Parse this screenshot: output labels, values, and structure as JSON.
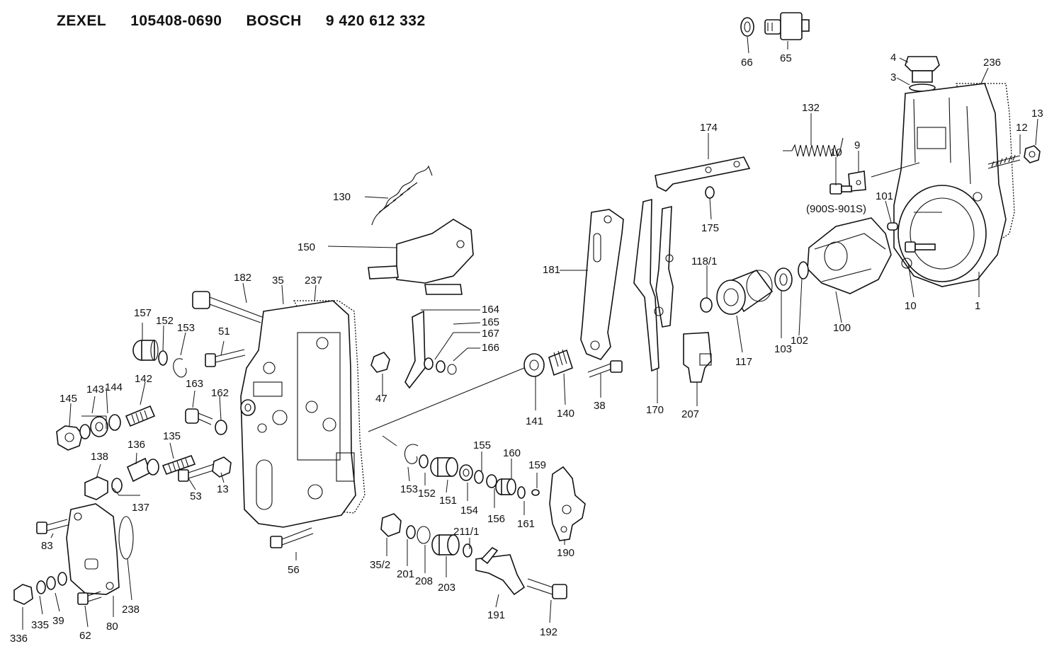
{
  "header": {
    "brand1": "ZEXEL",
    "number1": "105408-0690",
    "brand2": "BOSCH",
    "number2": "9 420 612 332"
  },
  "labels": [
    {
      "key": "66",
      "text": "66"
    },
    {
      "key": "65",
      "text": "65"
    },
    {
      "key": "4",
      "text": "4"
    },
    {
      "key": "3",
      "text": "3"
    },
    {
      "key": "236",
      "text": "236"
    },
    {
      "key": "132",
      "text": "132"
    },
    {
      "key": "174",
      "text": "174"
    },
    {
      "key": "12",
      "text": "12"
    },
    {
      "key": "13a",
      "text": "13"
    },
    {
      "key": "10a",
      "text": "10"
    },
    {
      "key": "9",
      "text": "9"
    },
    {
      "key": "101",
      "text": "101"
    },
    {
      "key": "note",
      "text": "(900S-901S)"
    },
    {
      "key": "130",
      "text": "130"
    },
    {
      "key": "175",
      "text": "175"
    },
    {
      "key": "150",
      "text": "150"
    },
    {
      "key": "181",
      "text": "181"
    },
    {
      "key": "118_1",
      "text": "118/1"
    },
    {
      "key": "10b",
      "text": "10"
    },
    {
      "key": "1",
      "text": "1"
    },
    {
      "key": "100",
      "text": "100"
    },
    {
      "key": "102",
      "text": "102"
    },
    {
      "key": "103",
      "text": "103"
    },
    {
      "key": "117",
      "text": "117"
    },
    {
      "key": "182",
      "text": "182"
    },
    {
      "key": "35",
      "text": "35"
    },
    {
      "key": "237",
      "text": "237"
    },
    {
      "key": "157",
      "text": "157"
    },
    {
      "key": "152a",
      "text": "152"
    },
    {
      "key": "153a",
      "text": "153"
    },
    {
      "key": "51",
      "text": "51"
    },
    {
      "key": "164",
      "text": "164"
    },
    {
      "key": "165",
      "text": "165"
    },
    {
      "key": "167",
      "text": "167"
    },
    {
      "key": "166",
      "text": "166"
    },
    {
      "key": "47",
      "text": "47"
    },
    {
      "key": "141",
      "text": "141"
    },
    {
      "key": "140",
      "text": "140"
    },
    {
      "key": "38",
      "text": "38"
    },
    {
      "key": "170",
      "text": "170"
    },
    {
      "key": "207",
      "text": "207"
    },
    {
      "key": "145",
      "text": "145"
    },
    {
      "key": "143",
      "text": "143"
    },
    {
      "key": "144",
      "text": "144"
    },
    {
      "key": "142",
      "text": "142"
    },
    {
      "key": "163",
      "text": "163"
    },
    {
      "key": "162",
      "text": "162"
    },
    {
      "key": "135",
      "text": "135"
    },
    {
      "key": "136",
      "text": "136"
    },
    {
      "key": "138",
      "text": "138"
    },
    {
      "key": "53",
      "text": "53"
    },
    {
      "key": "13b",
      "text": "13"
    },
    {
      "key": "137",
      "text": "137"
    },
    {
      "key": "155",
      "text": "155"
    },
    {
      "key": "160",
      "text": "160"
    },
    {
      "key": "159",
      "text": "159"
    },
    {
      "key": "153b",
      "text": "153"
    },
    {
      "key": "152b",
      "text": "152"
    },
    {
      "key": "151",
      "text": "151"
    },
    {
      "key": "154",
      "text": "154"
    },
    {
      "key": "156",
      "text": "156"
    },
    {
      "key": "161",
      "text": "161"
    },
    {
      "key": "190",
      "text": "190"
    },
    {
      "key": "83",
      "text": "83"
    },
    {
      "key": "56",
      "text": "56"
    },
    {
      "key": "35_2",
      "text": "35/2"
    },
    {
      "key": "201",
      "text": "201"
    },
    {
      "key": "208",
      "text": "208"
    },
    {
      "key": "203",
      "text": "203"
    },
    {
      "key": "211_1",
      "text": "211/1"
    },
    {
      "key": "238",
      "text": "238"
    },
    {
      "key": "191",
      "text": "191"
    },
    {
      "key": "192",
      "text": "192"
    },
    {
      "key": "336",
      "text": "336"
    },
    {
      "key": "335",
      "text": "335"
    },
    {
      "key": "39",
      "text": "39"
    },
    {
      "key": "62",
      "text": "62"
    },
    {
      "key": "80",
      "text": "80"
    }
  ]
}
